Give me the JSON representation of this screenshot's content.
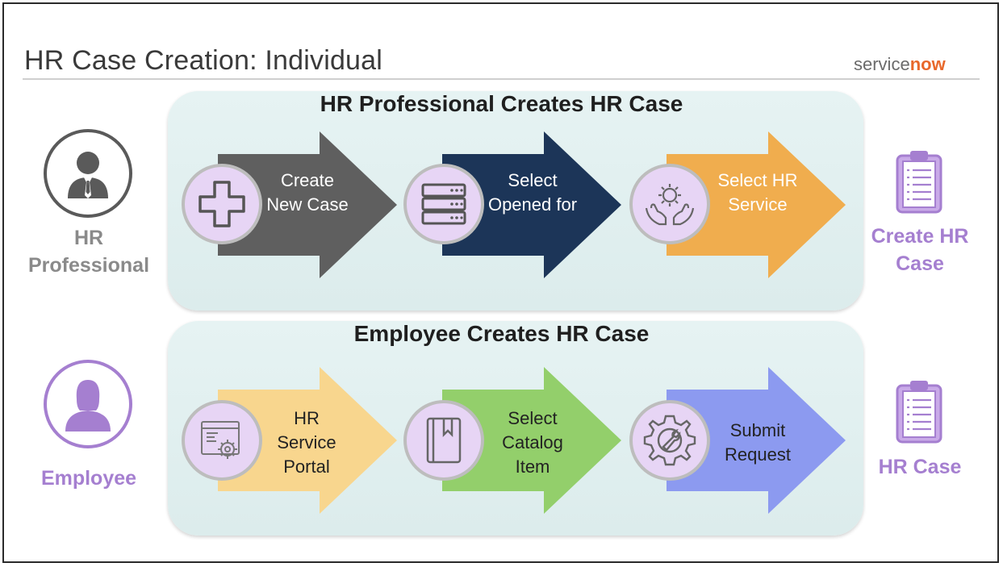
{
  "slide": {
    "title": "HR Case Creation: Individual",
    "brand_prefix": "service",
    "brand_suffix": "now"
  },
  "colors": {
    "panel_bg": "#e0efef",
    "gray_arrow": "#5f5f5f",
    "navy_arrow": "#1c3558",
    "orange_arrow": "#f0ad4e",
    "yellow_arrow": "#f8d68e",
    "green_arrow": "#93cf6b",
    "blue_arrow": "#8c9af0",
    "badge_fill": "#e7d5f5",
    "purple_text": "#a57fd0",
    "gray_text": "#8a8a8a"
  },
  "rows": [
    {
      "title": "HR Professional Creates HR Case",
      "actor": {
        "label": "HR Professional",
        "icon": "business-person-icon"
      },
      "steps": [
        {
          "label": "Create New Case",
          "icon": "plus-icon"
        },
        {
          "label": "Select Opened for",
          "icon": "server-list-icon"
        },
        {
          "label": "Select HR Service",
          "icon": "hands-gear-icon"
        }
      ],
      "outcome": {
        "label": "Create HR Case",
        "icon": "clipboard-icon"
      }
    },
    {
      "title": "Employee Creates HR Case",
      "actor": {
        "label": "Employee",
        "icon": "woman-icon"
      },
      "steps": [
        {
          "label": "HR Service Portal",
          "icon": "portal-gear-icon"
        },
        {
          "label": "Select Catalog Item",
          "icon": "book-icon"
        },
        {
          "label": "Submit Request",
          "icon": "gear-wrench-icon"
        }
      ],
      "outcome": {
        "label": "HR Case",
        "icon": "clipboard-icon"
      }
    }
  ]
}
